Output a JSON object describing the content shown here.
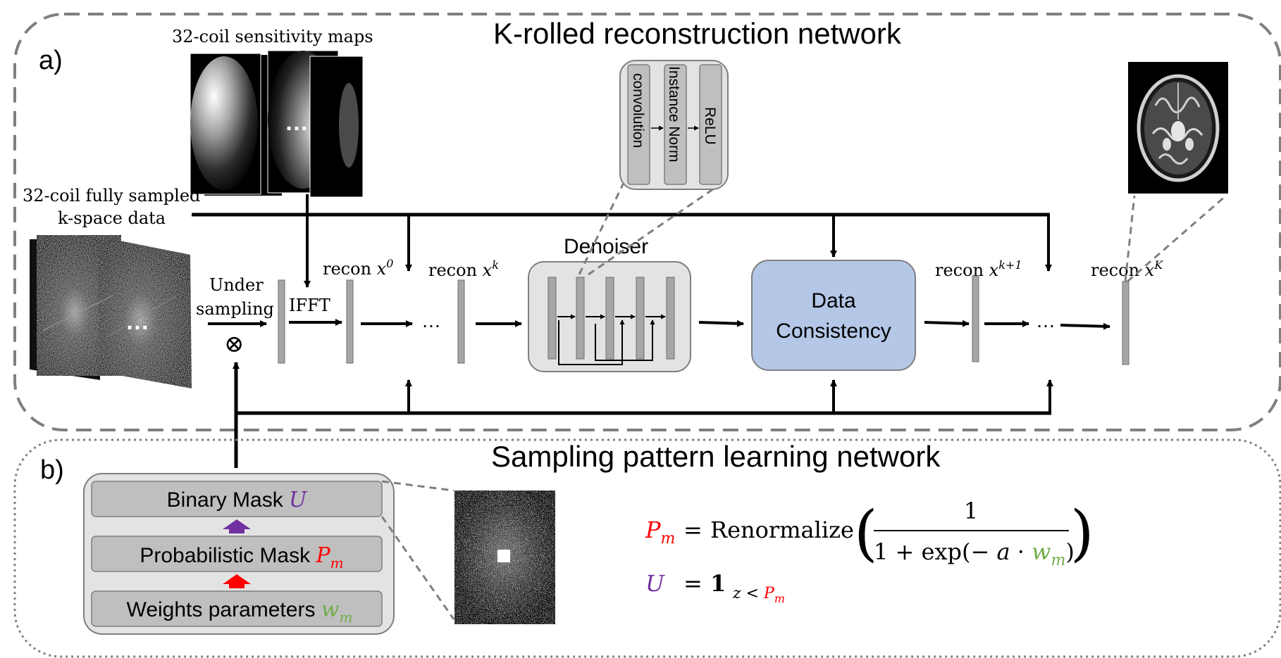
{
  "panel_a": {
    "label": "a)",
    "title": "K-rolled reconstruction network",
    "sensitivity_maps_label": "32-coil sensitivity maps",
    "kspace_label_line1": "32-coil fully sampled",
    "kspace_label_line2": "k-space data",
    "ellipsis": "…",
    "undersampling_line1": "Under",
    "undersampling_line2": "sampling",
    "multiply_symbol": "⊗",
    "ifft_label": "IFFT",
    "recon_word": "recon",
    "recon_x": "x",
    "recon_sup_0": "0",
    "recon_sup_k": "k",
    "recon_sup_k1": "k+1",
    "recon_sup_K": "K",
    "denoiser_label": "Denoiser",
    "block_convolution": "convolution",
    "block_instance_norm": "Instance Norm",
    "block_relu": "ReLU",
    "data_consistency_line1": "Data",
    "data_consistency_line2": "Consistency"
  },
  "panel_b": {
    "label": "b)",
    "title": "Sampling pattern learning network",
    "binary_mask_text": "Binary Mask ",
    "binary_mask_symbol": "U",
    "probabilistic_mask_text": "Probabilistic Mask ",
    "probabilistic_mask_symbol": "P",
    "probabilistic_mask_sub": "m",
    "weights_text": "Weights parameters ",
    "weights_symbol": "w",
    "weights_sub": "m",
    "eq1_P": "P",
    "eq1_P_sub": "m",
    "eq1_equals": "=",
    "eq1_func": "Renormalize",
    "eq1_lparen": "(",
    "eq1_rparen": ")",
    "eq1_numerator": "1",
    "eq1_denominator_text": "1 + exp(− ",
    "eq1_denominator_a": "a",
    "eq1_denominator_dot": " · ",
    "eq1_denominator_w": "w",
    "eq1_denominator_w_sub": "m",
    "eq1_denominator_close": ")",
    "eq2_U": "U",
    "eq2_equals": "=",
    "eq2_one": "1",
    "eq2_z": "z",
    "eq2_lt": " < ",
    "eq2_P": "P",
    "eq2_P_sub": "m"
  },
  "colors": {
    "purple": "#7030a0",
    "red": "#ff0000",
    "green": "#70ad47",
    "data_consistency_fill": "#b4c7e7",
    "gray_box": "#e3e3e3",
    "gray_bar": "#a6a6a6",
    "dashed_border": "#7f7f7f"
  },
  "icons": {
    "sensitivity_maps": "coil-sensitivity-map-image",
    "kspace": "kspace-noise-image",
    "mask": "undersampling-mask-image",
    "brain": "brain-mri-image"
  }
}
